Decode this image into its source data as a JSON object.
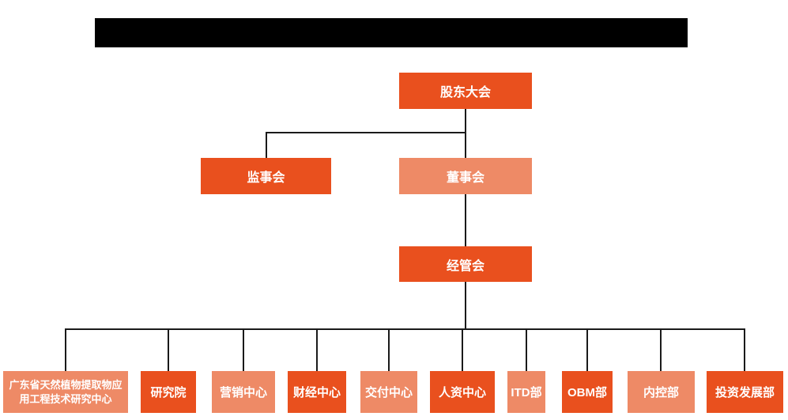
{
  "colors": {
    "page_bg": "#ffffff",
    "title_bar_bg": "#000000",
    "node_dark_orange": "#e9501e",
    "node_light_orange": "#ee8a66",
    "node_text": "#ffffff",
    "connector_line": "#1a1a1a"
  },
  "title_bar": {
    "text": ""
  },
  "nodes": {
    "shareholders": {
      "label": "股东大会",
      "variant": "dark"
    },
    "supervisory": {
      "label": "监事会",
      "variant": "dark"
    },
    "board": {
      "label": "董事会",
      "variant": "light"
    },
    "management": {
      "label": "经管会",
      "variant": "dark"
    },
    "departments": [
      {
        "label": "广东省天然植物提取物应用工程技术研究中心",
        "variant": "light"
      },
      {
        "label": "研究院",
        "variant": "dark"
      },
      {
        "label": "营销中心",
        "variant": "light"
      },
      {
        "label": "财经中心",
        "variant": "dark"
      },
      {
        "label": "交付中心",
        "variant": "light"
      },
      {
        "label": "人资中心",
        "variant": "dark"
      },
      {
        "label": "ITD部",
        "variant": "light"
      },
      {
        "label": "OBM部",
        "variant": "dark"
      },
      {
        "label": "内控部",
        "variant": "light"
      },
      {
        "label": "投资发展部",
        "variant": "dark"
      }
    ]
  },
  "hierarchy": {
    "root": "股东大会",
    "edges": [
      {
        "from": "股东大会",
        "to": "监事会"
      },
      {
        "from": "股东大会",
        "to": "董事会"
      },
      {
        "from": "董事会",
        "to": "经管会"
      },
      {
        "from": "经管会",
        "to": "广东省天然植物提取物应用工程技术研究中心"
      },
      {
        "from": "经管会",
        "to": "研究院"
      },
      {
        "from": "经管会",
        "to": "营销中心"
      },
      {
        "from": "经管会",
        "to": "财经中心"
      },
      {
        "from": "经管会",
        "to": "交付中心"
      },
      {
        "from": "经管会",
        "to": "人资中心"
      },
      {
        "from": "经管会",
        "to": "ITD部"
      },
      {
        "from": "经管会",
        "to": "OBM部"
      },
      {
        "from": "经管会",
        "to": "内控部"
      },
      {
        "from": "经管会",
        "to": "投资发展部"
      }
    ]
  }
}
